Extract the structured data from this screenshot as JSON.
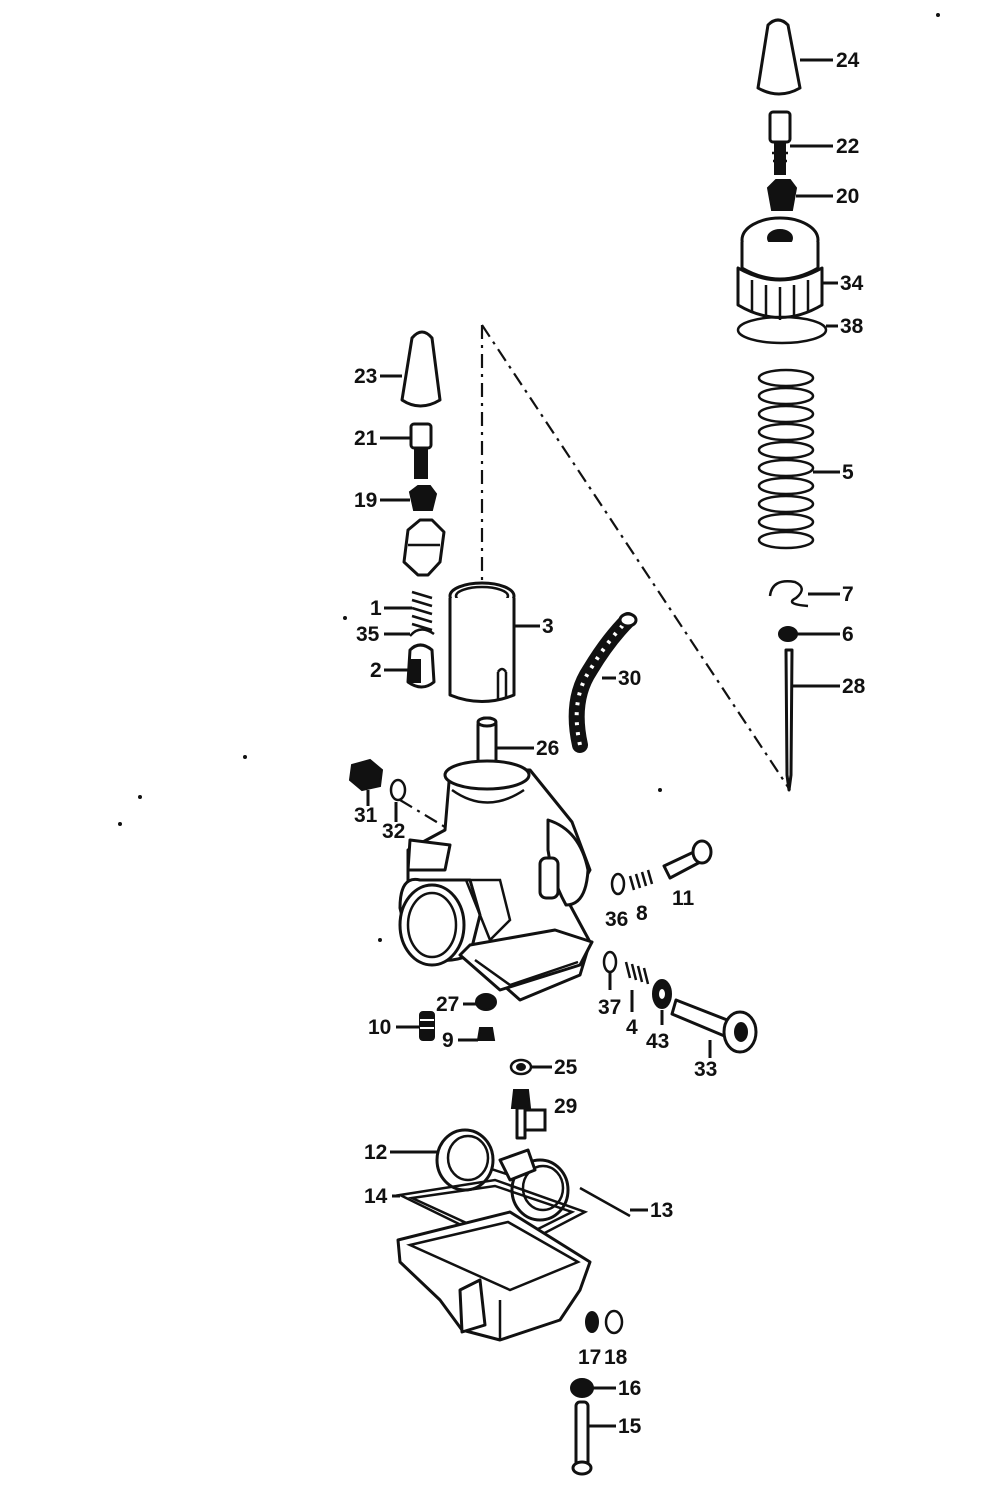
{
  "labels": {
    "p1": "1",
    "p2": "2",
    "p3": "3",
    "p4": "4",
    "p5": "5",
    "p6": "6",
    "p7": "7",
    "p8": "8",
    "p9": "9",
    "p10": "10",
    "p11": "11",
    "p12": "12",
    "p13": "13",
    "p14": "14",
    "p15": "15",
    "p16": "16",
    "p17": "17",
    "p18": "18",
    "p19": "19",
    "p20": "20",
    "p21": "21",
    "p22": "22",
    "p23": "23",
    "p24": "24",
    "p25": "25",
    "p26": "26",
    "p27": "27",
    "p28": "28",
    "p29": "29",
    "p30": "30",
    "p31": "31",
    "p32": "32",
    "p33": "33",
    "p34": "34",
    "p35": "35",
    "p36": "36",
    "p37": "37",
    "p38": "38",
    "p43": "43"
  }
}
